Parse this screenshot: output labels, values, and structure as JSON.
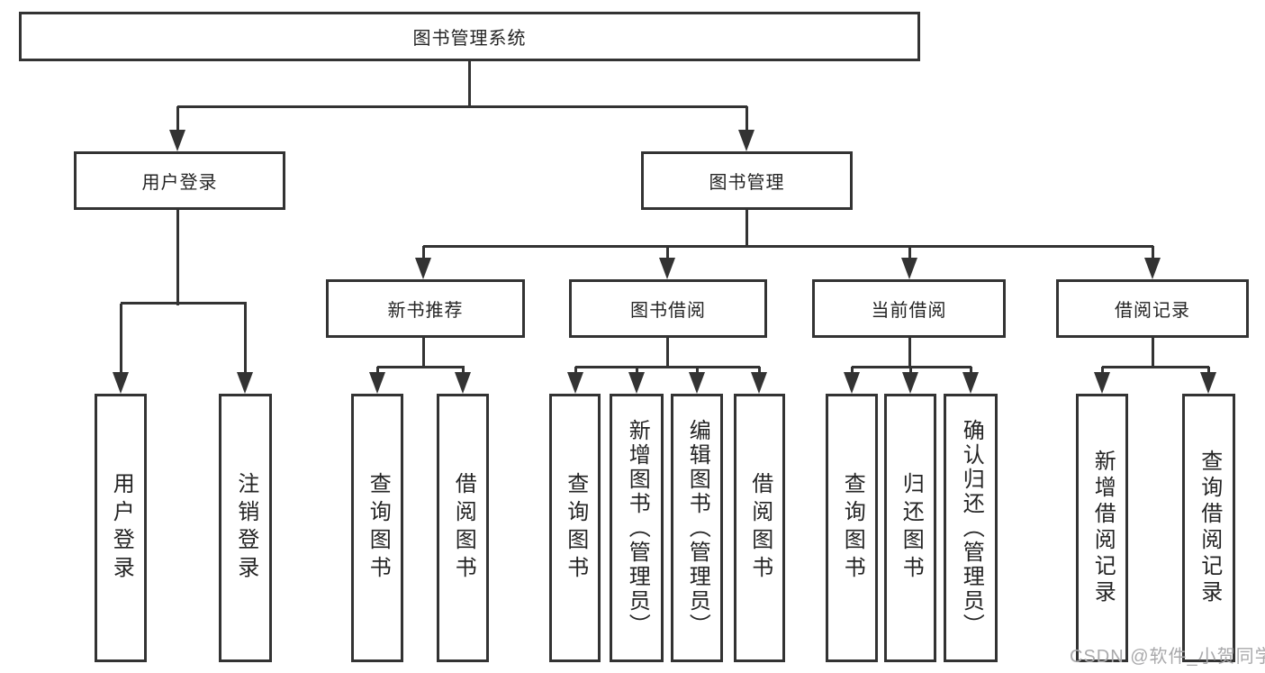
{
  "diagram": {
    "type": "hierarchy-tree",
    "title": "图书管理系统",
    "colors": {
      "line": "#333333",
      "box_border": "#333333",
      "box_fill": "#ffffff",
      "text": "#242424",
      "watermark": "#a9a9ab",
      "background": "#ffffff"
    },
    "watermark": "CSDN @软件_小贺同学",
    "nodes": {
      "root": "图书管理系统",
      "user_login": "用户登录",
      "book_management": "图书管理",
      "new_book_recommend": "新书推荐",
      "book_borrow": "图书借阅",
      "current_borrow": "当前借阅",
      "borrow_records": "借阅记录",
      "leaf_user_login": "用户登录",
      "leaf_logout": "注销登录",
      "leaf_nb_query_books": "查询图书",
      "leaf_nb_borrow_books": "借阅图书",
      "leaf_bb_query_books": "查询图书",
      "leaf_bb_add_books": "新增图书（管理员）",
      "leaf_bb_edit_books": "编辑图书（管理员）",
      "leaf_bb_borrow_books": "借阅图书",
      "leaf_cb_query_books": "查询图书",
      "leaf_cb_return_books": "归还图书",
      "leaf_cb_confirm_return": "确认归还（管理员）",
      "leaf_br_add_record": "新增借阅记录",
      "leaf_br_query_record": "查询借阅记录"
    },
    "hierarchy": {
      "图书管理系统": {
        "用户登录": [
          "用户登录",
          "注销登录"
        ],
        "图书管理": {
          "新书推荐": [
            "查询图书",
            "借阅图书"
          ],
          "图书借阅": [
            "查询图书",
            "新增图书（管理员）",
            "编辑图书（管理员）",
            "借阅图书"
          ],
          "当前借阅": [
            "查询图书",
            "归还图书",
            "确认归还（管理员）"
          ],
          "借阅记录": [
            "新增借阅记录",
            "查询借阅记录"
          ]
        }
      }
    }
  }
}
